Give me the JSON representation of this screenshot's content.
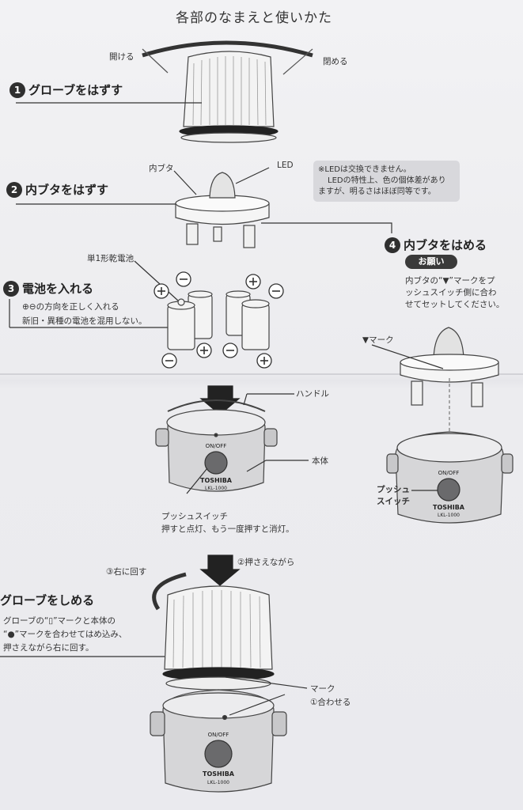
{
  "title": "各部のなまえと使いかた",
  "step1": {
    "num": "1",
    "label": "グローブをはずす",
    "open": "開ける",
    "close": "閉める"
  },
  "step2": {
    "num": "2",
    "label": "内ブタをはずす",
    "inner_lid": "内ブタ",
    "led": "LED",
    "note": [
      "※LEDは交換できません。",
      "LEDの特性上、色の個体差があり",
      "ますが、明るさはほぼ同等です。"
    ]
  },
  "step3": {
    "num": "3",
    "label": "電池を入れる",
    "battery": "単1形乾電池",
    "lines": [
      "⊕⊖の方向を正しく入れる",
      "新旧・異種の電池を混用しない。"
    ]
  },
  "step4": {
    "num": "4",
    "label": "内ブタをはめる",
    "badge": "お願い",
    "lines": [
      "内ブタの“▼”マークをプ",
      "ッシュスイッチ側に合わ",
      "せてセットしてください。"
    ],
    "mark": "▼マーク",
    "push1": "プッシュ",
    "push2": "スイッチ"
  },
  "parts": {
    "handle": "ハンドル",
    "body": "本体",
    "switch": "プッシュスイッチ",
    "switch_desc": "押すと点灯、もう一度押すと消灯。"
  },
  "step5": {
    "label": "グローブをしめる",
    "rotate": "③右に回す",
    "press": "②押さえながら",
    "lines": [
      "グローブの“▯”マークと本体の",
      "“●”マークを合わせてはめ込み、",
      "押さえながら右に回す。"
    ],
    "mark": "マーク",
    "align": "①合わせる"
  },
  "device": {
    "brand": "TOSHIBA",
    "model": "LKL-1000",
    "onoff": "ON/OFF"
  }
}
